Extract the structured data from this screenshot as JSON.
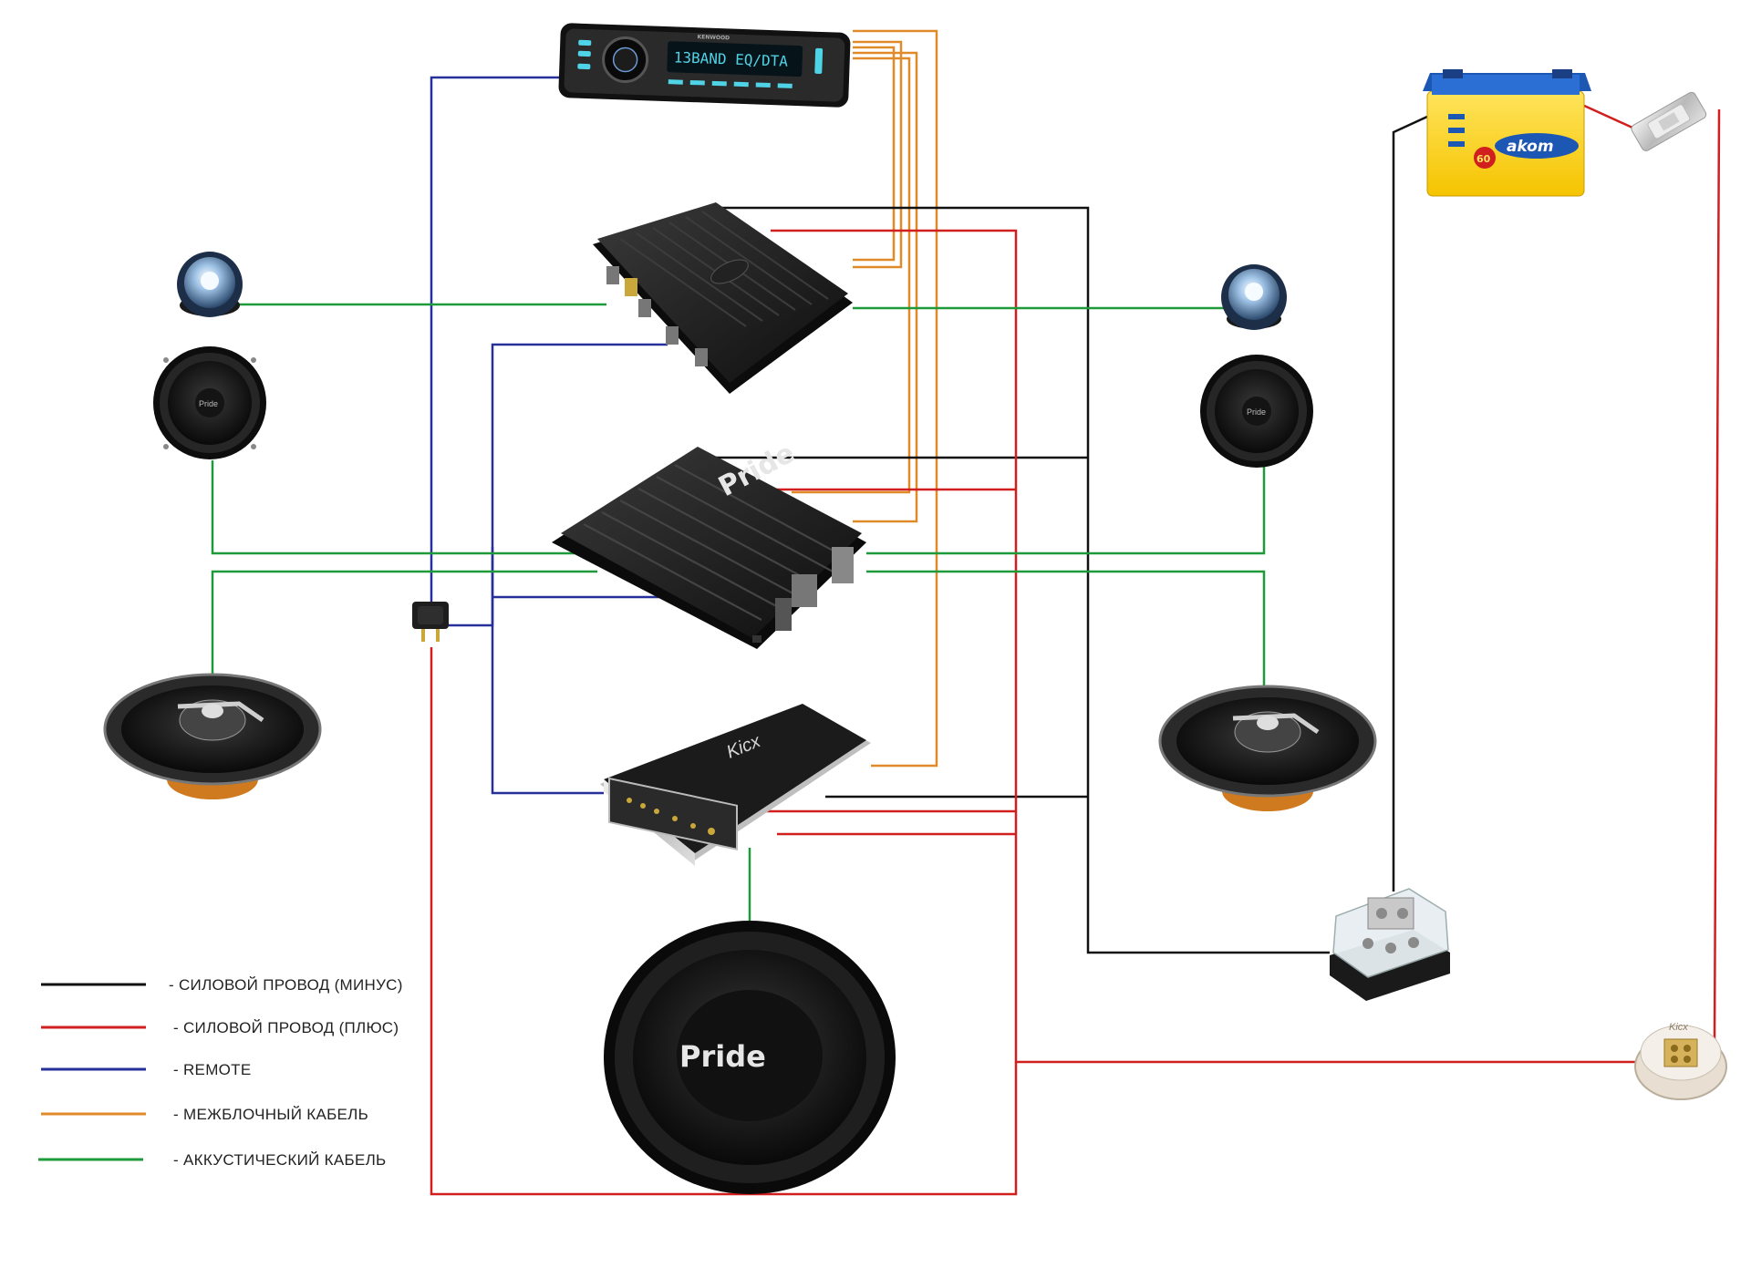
{
  "legend": [
    {
      "label": "- СИЛОВОЙ ПРОВОД (МИНУС)",
      "color": "#111111"
    },
    {
      "label": "- СИЛОВОЙ ПРОВОД (ПЛЮС)",
      "color": "#d11f1f"
    },
    {
      "label": "- REMOTE",
      "color": "#27309a"
    },
    {
      "label": "- МЕЖБЛОЧНЫЙ КАБЕЛЬ",
      "color": "#e08a2a"
    },
    {
      "label": "- АККУСТИЧЕСКИЙ КАБЕЛЬ",
      "color": "#1f9a3a"
    }
  ],
  "colors": {
    "minus": "#111111",
    "plus": "#d11f1f",
    "remote": "#27309a",
    "interconnect": "#e08a2a",
    "acoustic": "#1f9a3a"
  },
  "devices": {
    "head_unit": {
      "display_text": "13BAND EQ/DTA",
      "brand": "KENWOOD"
    },
    "amp_pride": {
      "brand": "Pride"
    },
    "amp_kicx": {
      "brand": "Kicx"
    },
    "subwoofer": {
      "brand": "Pride"
    },
    "midrange_left": {
      "brand": "Pride"
    },
    "midrange_right": {
      "brand": "Pride"
    },
    "battery": {
      "brand": "akom",
      "capacity": "60"
    },
    "distributor_plus": {
      "brand": "Kicx"
    }
  }
}
